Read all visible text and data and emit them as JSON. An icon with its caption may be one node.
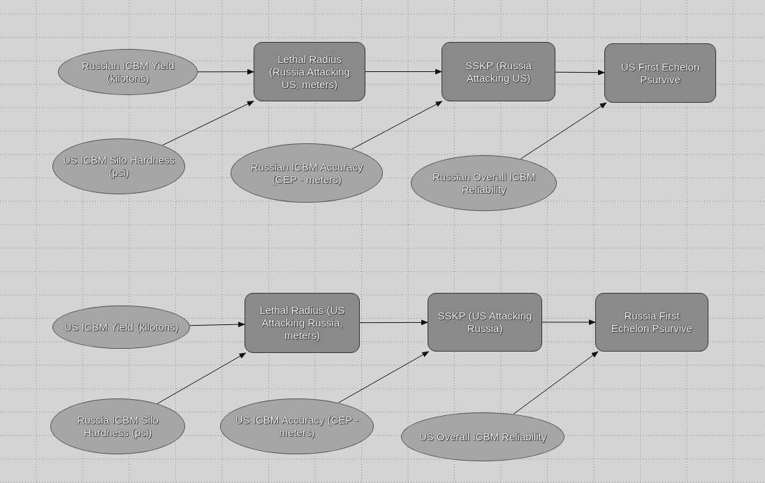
{
  "diagram": {
    "nodes": [
      {
        "text": [
          "Russian ICBM Yield (kilotons)"
        ]
      },
      {
        "text": [
          "Lethal Radius (Russia Attacking US, meters)"
        ]
      },
      {
        "text": [
          "SSKP (Russia Attacking US)"
        ]
      },
      {
        "text": [
          "US First Echelon Psurvive"
        ]
      },
      {
        "text": [
          "US ICBM Silo Hardness (psi)"
        ]
      },
      {
        "text": [
          "Russian ICBM Accuracy (CEP - meters)"
        ]
      },
      {
        "text": [
          "Russian Overall ICBM Reliability"
        ]
      },
      {
        "text": [
          "US ICBM Yield (kilotons)"
        ]
      },
      {
        "text": [
          "Lethal Radius (US Attacking Russia, meters)"
        ]
      },
      {
        "text": [
          "SSKP (US Attacking Russia)"
        ]
      },
      {
        "text": [
          "Russia First Echelon Psurvive"
        ]
      },
      {
        "text": [
          "Russia ICBM Silo Hardness (psi)"
        ]
      },
      {
        "text": [
          "US ICBM Accuracy (CEP - meters)"
        ]
      },
      {
        "text": [
          "US Overall ICBM Reliability"
        ]
      }
    ],
    "edges": [
      {
        "from": 0,
        "to": 1,
        "arrow": "to"
      },
      {
        "from": 1,
        "to": 2,
        "arrow": "to"
      },
      {
        "from": 2,
        "to": 3,
        "arrow": "to"
      },
      {
        "from": 4,
        "to": 1,
        "arrow": "to"
      },
      {
        "from": 5,
        "to": 2,
        "arrow": "to"
      },
      {
        "from": 6,
        "to": 3,
        "arrow": "to"
      },
      {
        "from": 7,
        "to": 8,
        "arrow": "to"
      },
      {
        "from": 8,
        "to": 9,
        "arrow": "to"
      },
      {
        "from": 9,
        "to": 10,
        "arrow": "to"
      },
      {
        "from": 11,
        "to": 8,
        "arrow": "to"
      },
      {
        "from": 12,
        "to": 9,
        "arrow": "to"
      },
      {
        "from": 13,
        "to": 10,
        "arrow": "to"
      }
    ]
  }
}
